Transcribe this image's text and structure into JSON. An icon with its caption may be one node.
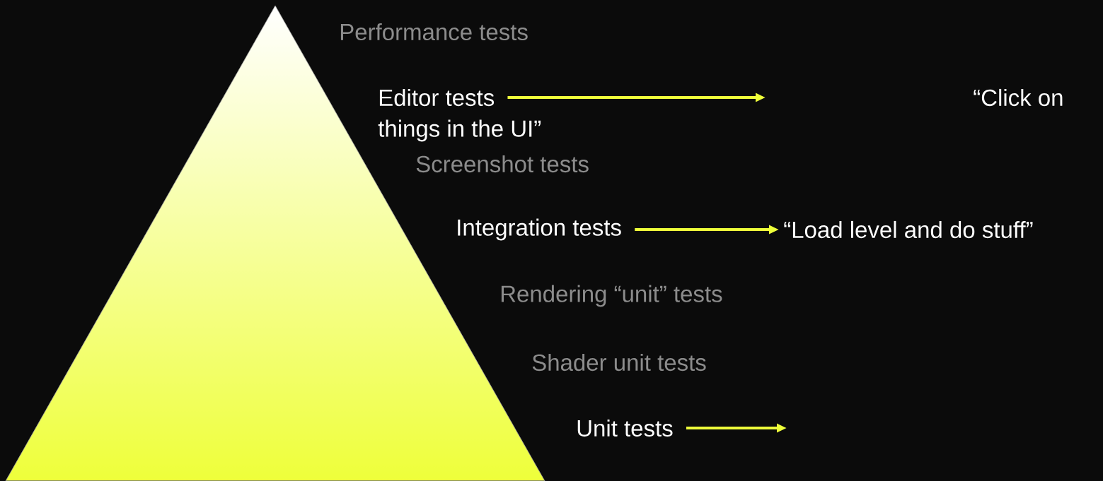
{
  "diagram": {
    "nodes": [
      {
        "text": [
          "Performance tests"
        ]
      },
      {
        "text": [
          "Editor tests"
        ]
      },
      {
        "text": [
          "“Click on"
        ]
      },
      {
        "text": [
          "Screenshot tests"
        ]
      },
      {
        "text": [
          "Integration tests"
        ]
      },
      {
        "text": [
          "“Load level and do stuff”"
        ]
      },
      {
        "text": [
          "Rendering “unit” tests"
        ]
      },
      {
        "text": [
          "Shader unit tests"
        ]
      },
      {
        "text": [
          "Unit tests"
        ]
      }
    ],
    "edges": [
      {
        "from": 1,
        "to": null,
        "arrow": "to"
      },
      {
        "from": 4,
        "to": 5,
        "arrow": "to"
      },
      {
        "from": 8,
        "to": null,
        "arrow": "to"
      }
    ],
    "labels": [
      "things in the UI”"
    ]
  }
}
